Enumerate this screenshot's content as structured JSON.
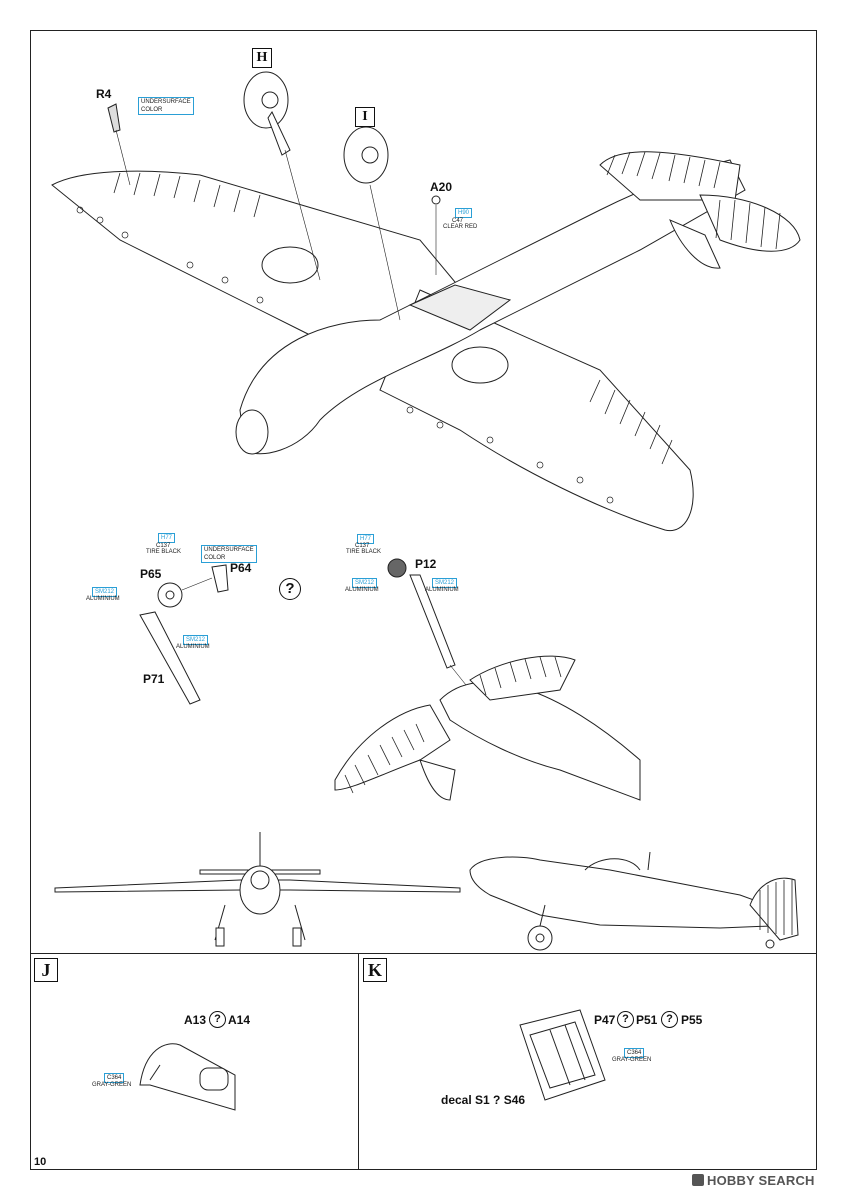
{
  "page_number": "10",
  "watermark": "HOBBY SEARCH",
  "step_boxes": {
    "j": "J",
    "k": "K"
  },
  "part_boxes": {
    "h": "H",
    "i": "I"
  },
  "parts": {
    "r4": "R4",
    "a20": "A20",
    "p65": "P65",
    "p64": "P64",
    "p71": "P71",
    "p12": "P12",
    "a13": "A13",
    "a14": "A14",
    "p47": "P47",
    "p51": "P51",
    "p55": "P55",
    "decal": "decal S1 ? S46"
  },
  "question_mark": "?",
  "colors": {
    "undersurface_top": {
      "text": "UNDERSURFACE\nCOLOR"
    },
    "undersurface_p64": {
      "text": "UNDERSURFACE\nCOLOR"
    },
    "clear_red": {
      "code1": "H90",
      "code2": "C47",
      "text": "CLEAR RED"
    },
    "tire_p65": {
      "code1": "H77",
      "code2": "C137",
      "text": "TIRE BLACK"
    },
    "tire_p12": {
      "code1": "H77",
      "code2": "C137",
      "text": "TIRE BLACK"
    },
    "alu_p65": {
      "code": "SM212",
      "text": "ALUMINIUM"
    },
    "alu_p71": {
      "code": "SM212",
      "text": "ALUMINIUM"
    },
    "alu_p12a": {
      "code": "SM212",
      "text": "ALUMINIUM"
    },
    "alu_p12b": {
      "code": "SM212",
      "text": "ALUMINIUM"
    },
    "gray_j": {
      "code": "C364",
      "text": "GRAY-GREEN"
    },
    "gray_k": {
      "code": "C364",
      "text": "GRAY-GREEN"
    }
  },
  "accent_color": "#2a9fd6"
}
